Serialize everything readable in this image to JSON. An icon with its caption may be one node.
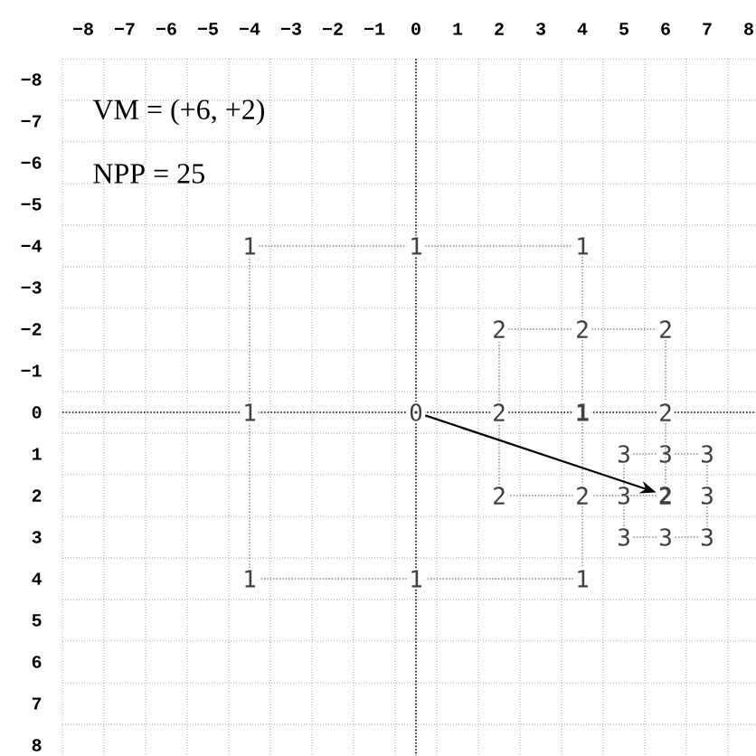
{
  "diagram": {
    "nodes": [
      {
        "text": [
          "1"
        ]
      },
      {
        "text": [
          "1"
        ]
      },
      {
        "text": [
          "1"
        ]
      },
      {
        "text": [
          "2"
        ]
      },
      {
        "text": [
          "2"
        ]
      },
      {
        "text": [
          "2"
        ]
      },
      {
        "text": [
          "1"
        ]
      },
      {
        "text": [
          "0"
        ]
      },
      {
        "text": [
          "2"
        ]
      },
      {
        "text": [
          "1"
        ]
      },
      {
        "text": [
          "2"
        ]
      },
      {
        "text": [
          "3"
        ]
      },
      {
        "text": [
          "3"
        ]
      },
      {
        "text": [
          "3"
        ]
      },
      {
        "text": [
          "2"
        ]
      },
      {
        "text": [
          "2"
        ]
      },
      {
        "text": [
          "3"
        ]
      },
      {
        "text": [
          "2"
        ]
      },
      {
        "text": [
          "3"
        ]
      },
      {
        "text": [
          "3"
        ]
      },
      {
        "text": [
          "3"
        ]
      },
      {
        "text": [
          "3"
        ]
      },
      {
        "text": [
          "1"
        ]
      },
      {
        "text": [
          "1"
        ]
      },
      {
        "text": [
          "1"
        ]
      }
    ],
    "edges": [
      {
        "from": 0,
        "to": 1,
        "arrow": "none",
        "style": "dashed"
      },
      {
        "from": 1,
        "to": 2,
        "arrow": "none",
        "style": "dashed"
      },
      {
        "from": 2,
        "to": 4,
        "arrow": "none",
        "style": "dashed"
      },
      {
        "from": 4,
        "to": 9,
        "arrow": "none",
        "style": "dashed"
      },
      {
        "from": 9,
        "to": 15,
        "arrow": "none",
        "style": "dashed"
      },
      {
        "from": 15,
        "to": 24,
        "arrow": "none",
        "style": "dashed"
      },
      {
        "from": 24,
        "to": 23,
        "arrow": "none",
        "style": "dashed"
      },
      {
        "from": 23,
        "to": 22,
        "arrow": "none",
        "style": "dashed"
      },
      {
        "from": 22,
        "to": 6,
        "arrow": "none",
        "style": "dashed"
      },
      {
        "from": 6,
        "to": 0,
        "arrow": "none",
        "style": "dashed"
      },
      {
        "from": 3,
        "to": 4,
        "arrow": "none",
        "style": "dashed"
      },
      {
        "from": 4,
        "to": 5,
        "arrow": "none",
        "style": "dashed"
      },
      {
        "from": 5,
        "to": 10,
        "arrow": "none",
        "style": "dashed"
      },
      {
        "from": 10,
        "to": 17,
        "arrow": "none",
        "style": "dashed"
      },
      {
        "from": 17,
        "to": 15,
        "arrow": "none",
        "style": "dashed"
      },
      {
        "from": 15,
        "to": 14,
        "arrow": "none",
        "style": "dashed"
      },
      {
        "from": 14,
        "to": 8,
        "arrow": "none",
        "style": "dashed"
      },
      {
        "from": 8,
        "to": 3,
        "arrow": "none",
        "style": "dashed"
      },
      {
        "from": 11,
        "to": 12,
        "arrow": "none",
        "style": "dashed"
      },
      {
        "from": 12,
        "to": 13,
        "arrow": "none",
        "style": "dashed"
      },
      {
        "from": 13,
        "to": 18,
        "arrow": "none",
        "style": "dashed"
      },
      {
        "from": 18,
        "to": 21,
        "arrow": "none",
        "style": "dashed"
      },
      {
        "from": 21,
        "to": 20,
        "arrow": "none",
        "style": "dashed"
      },
      {
        "from": 20,
        "to": 19,
        "arrow": "none",
        "style": "dashed"
      },
      {
        "from": 19,
        "to": 16,
        "arrow": "none",
        "style": "dashed"
      },
      {
        "from": 16,
        "to": 11,
        "arrow": "none",
        "style": "dashed"
      },
      {
        "from": 7,
        "to": 17,
        "arrow": "to",
        "color": "#000000"
      }
    ],
    "labels": [
      "VM = (+6, +2)",
      "NPP = 25",
      "−8",
      "−7",
      "−6",
      "−5",
      "−4",
      "−3",
      "−2",
      "−1",
      "0",
      "1",
      "2",
      "3",
      "4",
      "5",
      "6",
      "7",
      "8",
      "−8",
      "−7",
      "−6",
      "−5",
      "−4",
      "−3",
      "−2",
      "−1",
      "0",
      "1",
      "2",
      "3",
      "4",
      "5",
      "6",
      "7",
      "8"
    ]
  }
}
